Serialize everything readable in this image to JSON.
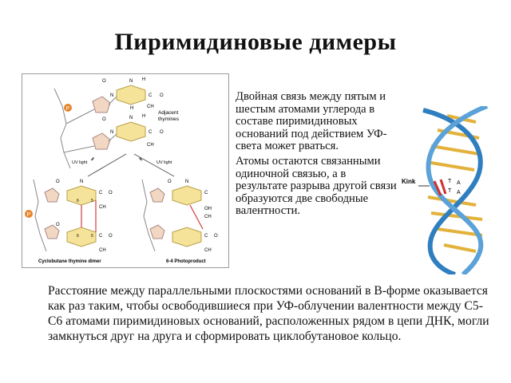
{
  "slide": {
    "title": "Пиримидиновые димеры"
  },
  "side_text": {
    "paragraph1": "Двойная связь между пятым и шестым атомами углерода в составе пиримидиновых оснований под действием УФ-света может рваться.",
    "paragraph2": "Атомы остаются связанными одиночной связью, а в результате разрыва другой связи образуются две свободные валентности."
  },
  "bottom_text": {
    "paragraph": "Расстояние между параллельными плоскостями оснований в В-форме оказывается как раз таким, чтобы освободившиеся при УФ-облучении валентности между С5-С6 атомами пиримидиновых оснований, расположенных рядом в цепи ДНК, могли замкнуться друг на друга и сформировать циклобутановое кольцо."
  },
  "diagram": {
    "adjacent_label_line1": "Adjacent",
    "adjacent_label_line2": "thymines",
    "uv_light_left": "UV light",
    "uv_light_right": "UV light",
    "phosphate_label": "P",
    "caption_left": "Cyclobutane thymine dimer",
    "caption_right": "6-4 Photoproduct",
    "atom_O": "O",
    "atom_N": "N",
    "atom_H": "H",
    "atom_C": "C",
    "atom_CH3": "CH",
    "atom_OH": "OH",
    "ring_number_5": "5",
    "ring_number_6": "6"
  },
  "helix_figure": {
    "kink_label": "Kink",
    "base_T1": "T",
    "base_A1": "A",
    "base_T2": "T",
    "base_A2": "A"
  },
  "colors": {
    "ring_fill": "#f5e39a",
    "ring_stroke": "#b7a04a",
    "sugar_fill": "#f2d7c2",
    "phosphate": "#e6842a",
    "dimer_bond": "#d23b3b",
    "helix_blue": "#2f7fc0",
    "helix_gold": "#e3b23c",
    "kink_red": "#d03030"
  }
}
